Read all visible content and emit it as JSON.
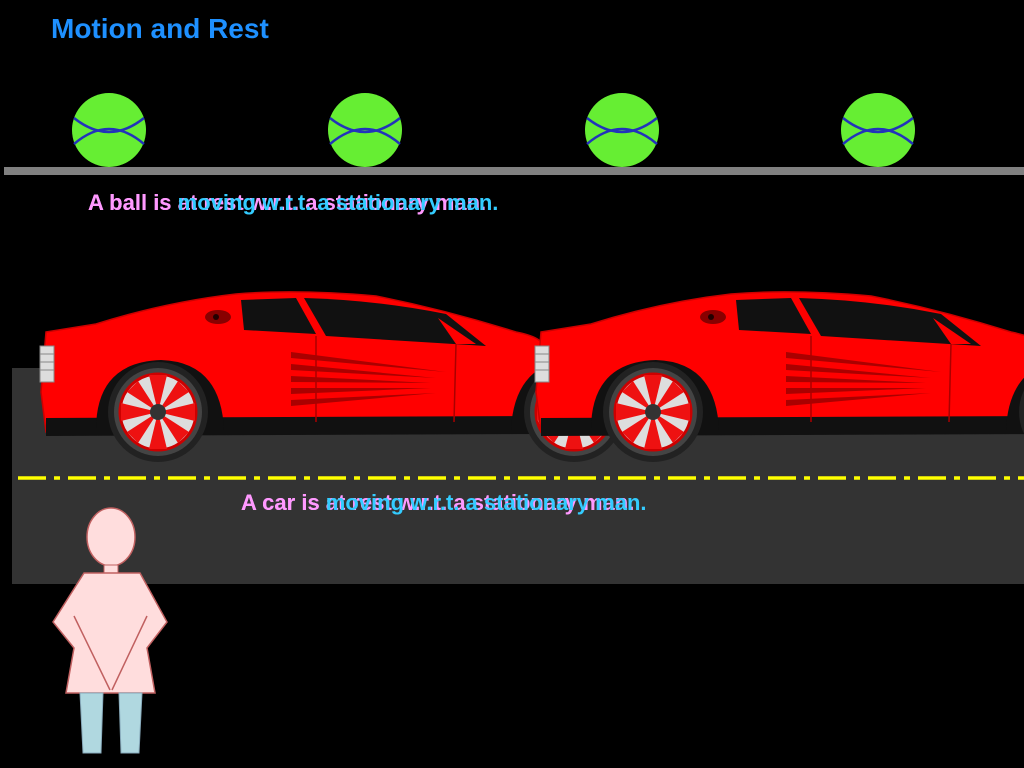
{
  "title": "Motion and Rest",
  "captions": {
    "ball": {
      "stem": "A ball is ",
      "state_a": "at rest w.r.t. a stationary man.",
      "state_b": "moving w.r.t. a stationary man."
    },
    "car": {
      "stem": "A car is ",
      "state_a": "at rest w.r.t. a stationary man.",
      "state_b": "moving w.r.t. a stationary man."
    }
  },
  "colors": {
    "background": "#000000",
    "title": "#1E90FF",
    "caption_stem": "#FF99FF",
    "caption_overlay": "#33CCFF",
    "ball_fill": "#66EE33",
    "ball_seam": "#2233BB",
    "track": "#808080",
    "road": "#333333",
    "lane_marking": "#FFFF00",
    "car_body": "#FF0000",
    "person_body": "#FFDDDD",
    "person_legs": "#B0D8E0"
  },
  "icons": {
    "ball": "tennis-ball-icon",
    "car": "sports-car-icon",
    "person": "stationary-man-icon"
  }
}
